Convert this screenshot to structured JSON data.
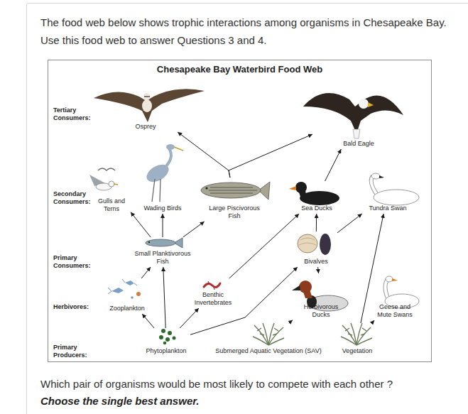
{
  "diagram": {
    "title": "Chesapeake Bay Waterbird Food Web",
    "nodes": [
      {
        "text": [
          "Osprey"
        ]
      },
      {
        "text": [
          "Bald Eagle"
        ]
      },
      {
        "text": [
          "Gulls and Terns"
        ]
      },
      {
        "text": [
          "Wading Birds"
        ]
      },
      {
        "text": [
          "Large Piscivorous Fish"
        ]
      },
      {
        "text": [
          "Sea Ducks"
        ]
      },
      {
        "text": [
          "Tundra Swan"
        ]
      },
      {
        "text": [
          "Small Planktivorous Fish"
        ]
      },
      {
        "text": [
          "Bivalves"
        ]
      },
      {
        "text": [
          "Zooplankton"
        ]
      },
      {
        "text": [
          "Benthic Invertebrates"
        ]
      },
      {
        "text": [
          "Herbivorous Ducks"
        ]
      },
      {
        "text": [
          "Geese and Mute Swans"
        ]
      },
      {
        "text": [
          "Phytoplankton"
        ]
      },
      {
        "text": [
          "Submerged Aquatic Vegetation (SAV)"
        ]
      },
      {
        "text": [
          "Vegetation"
        ]
      }
    ],
    "edges": [
      {
        "from": 7,
        "to": 2,
        "arrow": "to"
      },
      {
        "from": 7,
        "to": 3,
        "arrow": "to"
      },
      {
        "from": 7,
        "to": 4,
        "arrow": "to"
      },
      {
        "from": 4,
        "to": 0,
        "arrow": "to"
      },
      {
        "from": 4,
        "to": 1,
        "arrow": "to"
      },
      {
        "from": 5,
        "to": 1,
        "arrow": "to"
      },
      {
        "from": 8,
        "to": 5,
        "arrow": "to"
      },
      {
        "from": 8,
        "to": 6,
        "arrow": "to"
      },
      {
        "from": 8,
        "to": 11,
        "arrow": "to"
      },
      {
        "from": 9,
        "to": 7,
        "arrow": "to"
      },
      {
        "from": 13,
        "to": 9,
        "arrow": "to"
      },
      {
        "from": 13,
        "to": 7,
        "arrow": "to"
      },
      {
        "from": 13,
        "to": 10,
        "arrow": "to"
      },
      {
        "from": 13,
        "to": 8,
        "arrow": "to"
      },
      {
        "from": 10,
        "to": 5,
        "arrow": "to"
      },
      {
        "from": 14,
        "to": 11,
        "arrow": "to"
      },
      {
        "from": 15,
        "to": 6,
        "arrow": "to"
      },
      {
        "from": 15,
        "to": 12,
        "arrow": "to"
      }
    ],
    "labels": [
      "The food web below shows trophic interactions among organisms in Chesapeake Bay. Use this food web to answer Questions 3 and 4.",
      "Tertiary Consumers:",
      "Secondary Consumers:",
      "Primary Consumers:",
      "Herbivores:",
      "Primary Producers:",
      "Which pair of organisms would be most likely to compete with each other ?",
      "Choose the single best answer."
    ]
  }
}
